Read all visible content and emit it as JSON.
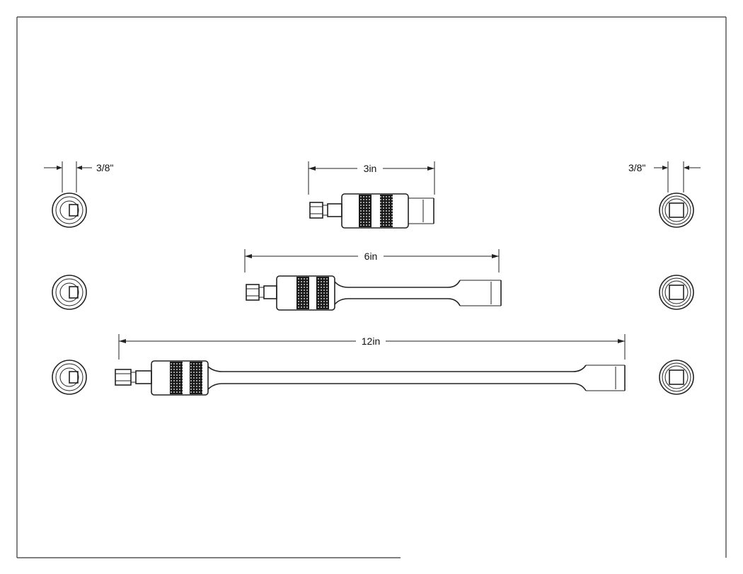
{
  "drawing": {
    "dimensions": {
      "drive_left": "3/8\"",
      "drive_right": "3/8\"",
      "length_short": "3in",
      "length_medium": "6in",
      "length_long": "12in"
    },
    "colors": {
      "line": "#222222",
      "knurl": "#1a1a1a",
      "background": "#ffffff"
    }
  }
}
